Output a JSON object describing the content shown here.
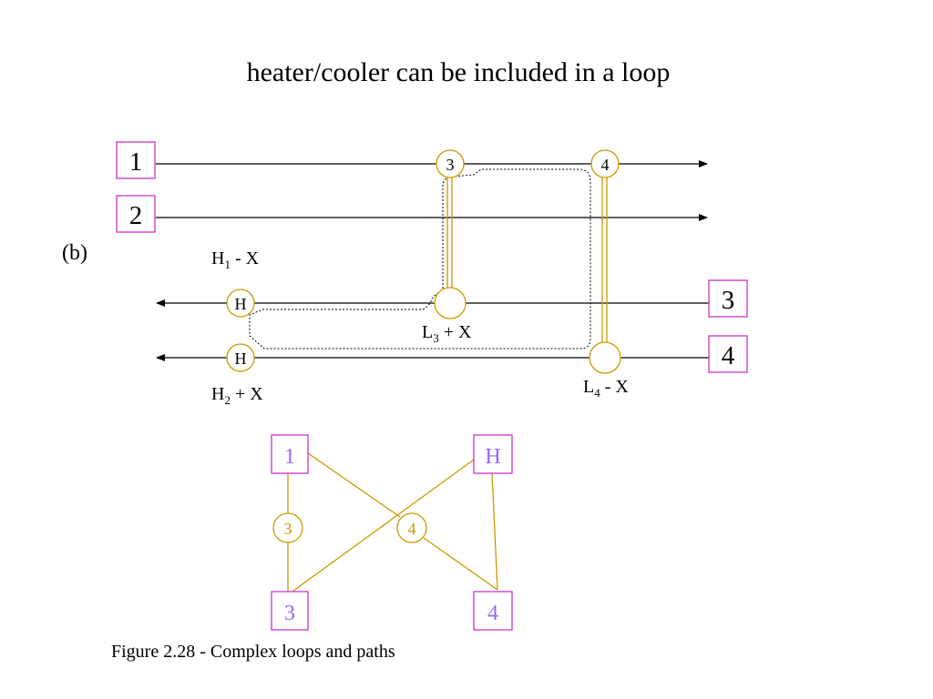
{
  "title": "heater/cooler can be included in a loop",
  "caption": "Figure 2.28 - Complex loops and paths",
  "part_label": "(b)",
  "hot_streams": [
    "1",
    "2"
  ],
  "cold_streams": [
    "3",
    "4"
  ],
  "exchangers": [
    "3",
    "4"
  ],
  "heaters": [
    "H",
    "H"
  ],
  "duty_labels": {
    "h1": {
      "main": "H",
      "sub": "1",
      "rest": " - X"
    },
    "h2": {
      "main": "H",
      "sub": "2",
      "rest": " + X"
    },
    "l3": {
      "main": "L",
      "sub": "3",
      "rest": " + X"
    },
    "l4": {
      "main": "L",
      "sub": "4",
      "rest": " - X"
    }
  },
  "graph": {
    "top_boxes": [
      "1",
      "H"
    ],
    "bottom_boxes": [
      "3",
      "4"
    ],
    "nodes": [
      "3",
      "4"
    ]
  },
  "colors": {
    "box_border": "#cc33cc",
    "exchanger": "#cc9900",
    "graph_label": "#9966ff",
    "line": "#000000"
  }
}
